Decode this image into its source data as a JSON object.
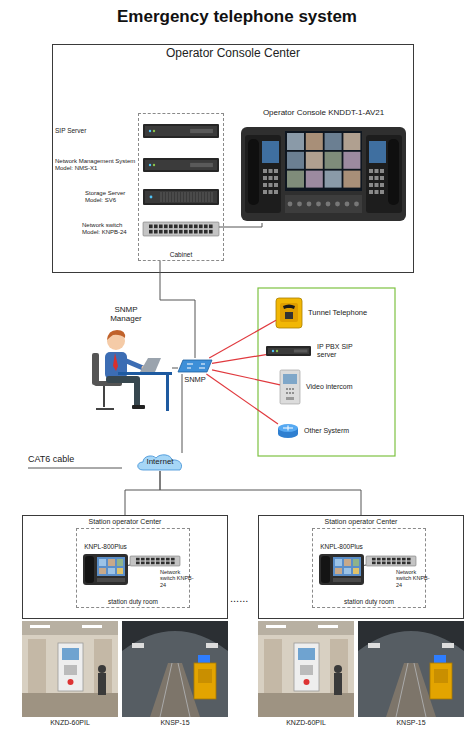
{
  "diagram": {
    "title": "Emergency telephone system",
    "nodes": [
      {
        "text": [
          "Operator Console Center"
        ]
      },
      {
        "text": [
          "Cabinet"
        ],
        "in": 0
      },
      {
        "text": [
          "SIP Server"
        ],
        "in": 1
      },
      {
        "text": [
          "Network Management System Model: NMS-X1"
        ],
        "in": 1
      },
      {
        "text": [
          "Storage Server Model: SV6"
        ],
        "in": 1
      },
      {
        "text": [
          "Network switch Model: KNPB-24"
        ],
        "in": 1
      },
      {
        "text": [
          "Operator Console KNDDT-1-AV21"
        ],
        "in": 0
      },
      {
        "text": [
          "SNMP Manager"
        ]
      },
      {
        "text": [
          "SNMP"
        ]
      },
      {
        "text": [
          "Tunnel Telephone"
        ]
      },
      {
        "text": [
          "IP PBX SIP server"
        ]
      },
      {
        "text": [
          "Video intercom"
        ]
      },
      {
        "text": [
          "Other Systerm"
        ]
      },
      {
        "text": [
          "Internet"
        ]
      },
      {
        "text": [
          "Station operator Center"
        ]
      },
      {
        "text": [
          "station duty room"
        ],
        "in": 14
      },
      {
        "text": [
          "KNPL-800Plus"
        ],
        "in": 15
      },
      {
        "text": [
          "Network switch KNPB-24"
        ],
        "in": 15
      },
      {
        "text": [
          "KNZD-60PIL"
        ]
      },
      {
        "text": [
          "KNSP-15"
        ]
      },
      {
        "text": [
          "Station operator Center"
        ]
      },
      {
        "text": [
          "station duty room"
        ],
        "in": 20
      },
      {
        "text": [
          "KNPL-800Plus"
        ],
        "in": 21
      },
      {
        "text": [
          "Network switch KNPB-24"
        ],
        "in": 21
      },
      {
        "text": [
          "KNZD-60PIL"
        ]
      },
      {
        "text": [
          "KNSP-15"
        ]
      }
    ],
    "edges": [
      {
        "from": 5,
        "to": 6,
        "arrow": "none"
      },
      {
        "from": 1,
        "to": 8,
        "arrow": "none"
      },
      {
        "from": 7,
        "to": 8,
        "arrow": "none"
      },
      {
        "from": 8,
        "to": 9,
        "arrow": "none"
      },
      {
        "from": 8,
        "to": 10,
        "arrow": "none"
      },
      {
        "from": 8,
        "to": 11,
        "arrow": "none"
      },
      {
        "from": 8,
        "to": 12,
        "arrow": "none"
      },
      {
        "from": 8,
        "to": 13,
        "arrow": "none"
      },
      {
        "from": 13,
        "to": 14,
        "arrow": "none"
      },
      {
        "from": 13,
        "to": 20,
        "arrow": "none"
      },
      {
        "from": 16,
        "to": 17,
        "arrow": "none"
      },
      {
        "from": 22,
        "to": 23,
        "arrow": "none"
      }
    ],
    "labels": [
      "CAT6 cable",
      "......"
    ]
  }
}
